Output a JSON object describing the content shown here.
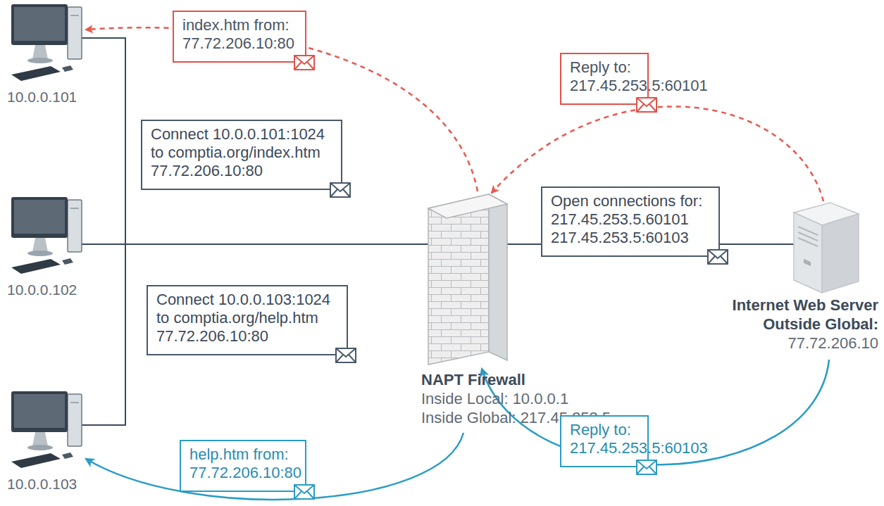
{
  "diagram": {
    "nodes": [
      {
        "text": [
          "10.0.0.101"
        ]
      },
      {
        "text": [
          "index.htm from: 77.72.206.10:80"
        ]
      },
      {
        "text": [
          "Reply to: 217.45.253.5:60101"
        ]
      },
      {
        "text": [
          "Connect 10.0.0.101:1024 to comptia.org/index.htm 77.72.206.10:80"
        ]
      },
      {
        "text": [
          "10.0.0.102"
        ]
      },
      {
        "text": [
          "NAPT Firewall",
          "Inside Local: 10.0.0.1",
          "Inside Global: 217.45.253.5"
        ]
      },
      {
        "text": [
          "Open connections for: 217.45.253.5.60101 217.45.253.5:60103"
        ]
      },
      {
        "text": [
          "Internet Web Server",
          "Outside Global:",
          "77.72.206.10"
        ]
      },
      {
        "text": [
          "Connect 10.0.0.103:1024 to comptia.org/help.htm 77.72.206.10:80"
        ]
      },
      {
        "text": [
          "10.0.0.103"
        ]
      },
      {
        "text": [
          "help.htm from: 77.72.206.10:80"
        ]
      },
      {
        "text": [
          "Reply to: 217.45.253.5:60103"
        ]
      }
    ],
    "edges": [
      {
        "from": 0,
        "to": 5,
        "arrow": "none"
      },
      {
        "from": 4,
        "to": 5,
        "arrow": "none"
      },
      {
        "from": 9,
        "to": 5,
        "arrow": "none"
      },
      {
        "from": 5,
        "to": 7,
        "arrow": "none"
      },
      {
        "from": 7,
        "to": 5,
        "arrow": "to"
      },
      {
        "from": 5,
        "to": 0,
        "arrow": "to"
      },
      {
        "from": 7,
        "to": 5,
        "arrow": "to"
      },
      {
        "from": 5,
        "to": 9,
        "arrow": "to"
      }
    ]
  }
}
